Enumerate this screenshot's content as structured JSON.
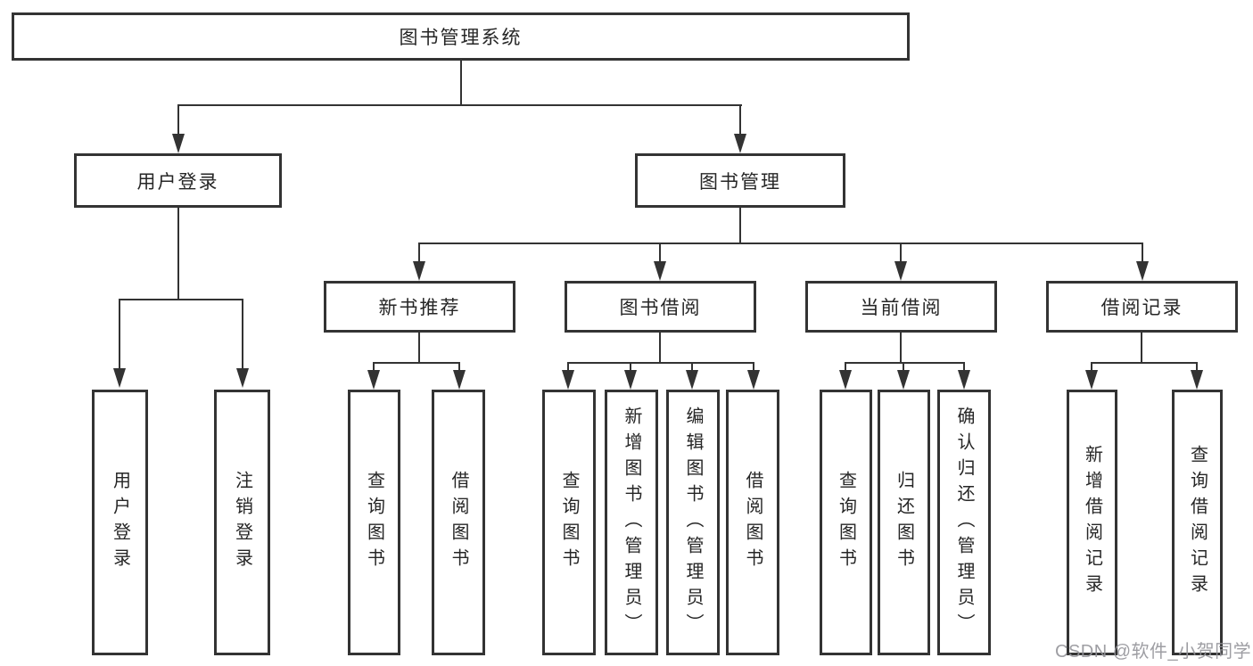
{
  "diagram": {
    "title": "图书管理系统",
    "root": {
      "label": "图书管理系统"
    },
    "level2": [
      {
        "label": "用户登录"
      },
      {
        "label": "图书管理"
      }
    ],
    "level3": [
      {
        "label": "新书推荐"
      },
      {
        "label": "图书借阅"
      },
      {
        "label": "当前借阅"
      },
      {
        "label": "借阅记录"
      }
    ],
    "level4": [
      {
        "label": "用户登录"
      },
      {
        "label": "注销登录"
      },
      {
        "label": "查询图书"
      },
      {
        "label": "借阅图书"
      },
      {
        "label": "查询图书"
      },
      {
        "label": "新增图书（管理员）"
      },
      {
        "label": "编辑图书（管理员）"
      },
      {
        "label": "借阅图书"
      },
      {
        "label": "查询图书"
      },
      {
        "label": "归还图书"
      },
      {
        "label": "确认归还（管理员）"
      },
      {
        "label": "新增借阅记录"
      },
      {
        "label": "查询借阅记录"
      }
    ]
  },
  "watermark": {
    "text": "CSDN @软件_小贺同学"
  },
  "colors": {
    "line": "#333333",
    "text": "#262626",
    "background": "#ffffff",
    "watermark": "#949499"
  }
}
